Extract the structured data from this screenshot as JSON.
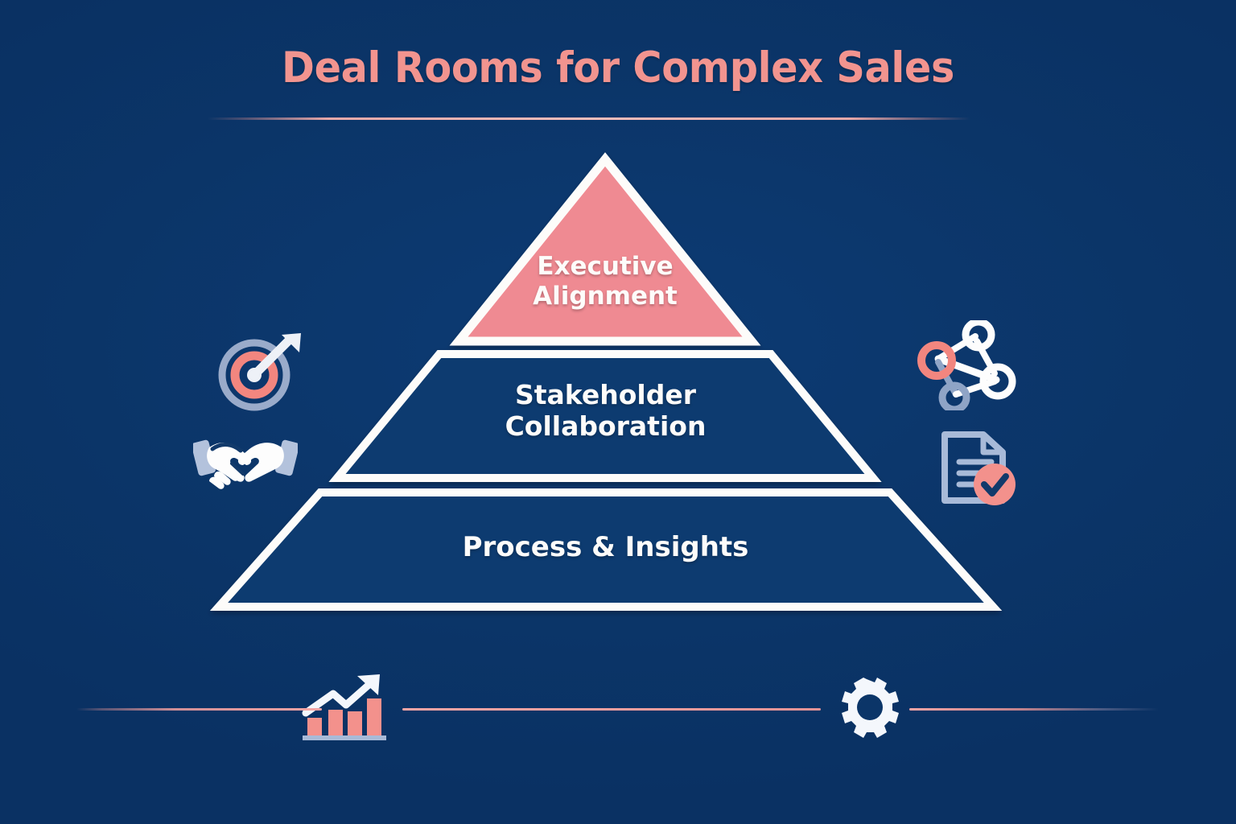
{
  "header": {
    "title": "Deal Rooms for Complex Sales"
  },
  "theme": {
    "background": "#0b3568",
    "accent_pink": "#f2948f",
    "tier_fill_pink": "#ef8a92",
    "stroke_cream": "#fdfcfa",
    "icon_gray_blue": "#a8bad8",
    "text_white": "#fdfcfa"
  },
  "pyramid": {
    "tiers": [
      {
        "id": "executive-alignment",
        "label": "Executive\nAlignment",
        "line1": "Executive",
        "line2": "Alignment",
        "level": 1,
        "fill": "#ef8a92",
        "filled": true
      },
      {
        "id": "stakeholder-collaboration",
        "label": "Stakeholder\nCollaboration",
        "line1": "Stakeholder",
        "line2": "Collaboration",
        "level": 2,
        "fill": "#0b3568",
        "filled": false
      },
      {
        "id": "process-and-insights",
        "label": "Process & Insights",
        "line1": "Process & Insights",
        "line2": "",
        "level": 3,
        "fill": "#0b3568",
        "filled": false
      }
    ]
  },
  "icons": {
    "left": [
      {
        "name": "target-arrow-icon",
        "label": "target-arrow-icon"
      },
      {
        "name": "handshake-icon",
        "label": "handshake-icon"
      }
    ],
    "right": [
      {
        "name": "network-nodes-icon",
        "label": "network-nodes-icon"
      },
      {
        "name": "document-checkmark-icon",
        "label": "document-checkmark-icon"
      }
    ],
    "bottom": [
      {
        "name": "growth-chart-icon",
        "label": "growth-chart-icon"
      },
      {
        "name": "gear-icon",
        "label": "gear-icon"
      }
    ]
  },
  "chart_data": {
    "type": "pyramid",
    "title": "Deal Rooms for Complex Sales",
    "orientation": "apex-up",
    "levels": 3,
    "categories": [
      "Executive Alignment",
      "Stakeholder Collaboration",
      "Process & Insights"
    ],
    "values": [
      1,
      2,
      3
    ],
    "highlighted_level": "Executive Alignment",
    "xlabel": "",
    "ylabel": "",
    "grid": false,
    "legend": "none"
  }
}
